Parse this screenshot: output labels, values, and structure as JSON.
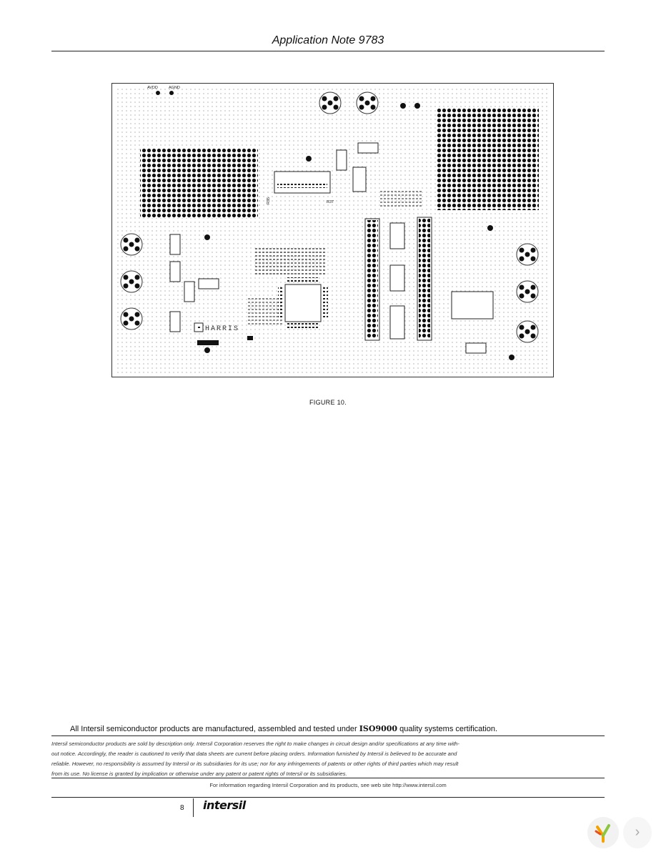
{
  "header": {
    "title": "Application Note 9783"
  },
  "figure": {
    "caption": "FIGURE 10.",
    "board_logo": "HARRIS",
    "connector_labels": [
      "AVDD",
      "AGND"
    ],
    "silkscreen_labels": [
      "R35",
      "R37"
    ]
  },
  "footer": {
    "iso_prefix": "All Intersil semiconductor products are manufactured, assembled and tested under ",
    "iso_mark": "ISO9000",
    "iso_suffix": " quality systems certification.",
    "legal_lines": [
      "Intersil semiconductor products are sold by description only. Intersil Corporation reserves the right to make changes in circuit design and/or specifications at any time with-",
      "out notice. Accordingly, the reader is cautioned to verify that data sheets are current before placing orders. Information furnished by Intersil is believed to be accurate and",
      "reliable. However, no responsibility is assumed by Intersil or its subsidiaries for its use; nor for any infringements of patents or other rights of third parties which may result",
      "from its use. No license is granted by implication or otherwise under any patent or patent rights of Intersil or its subsidiaries."
    ],
    "contact": "For information regarding Intersil Corporation and its products, see web site http://www.intersil.com",
    "page_number": "8",
    "brand": "intersil"
  },
  "viewer": {
    "next_glyph": "›",
    "icons": [
      "viewer-logo-icon",
      "chevron-right-icon"
    ]
  }
}
